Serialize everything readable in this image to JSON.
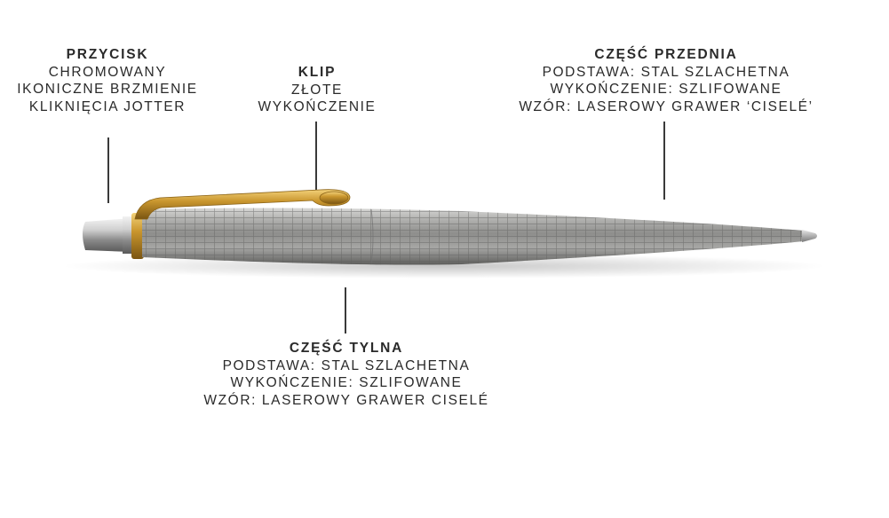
{
  "callouts": {
    "button": {
      "title": "PRZYCISK",
      "lines": [
        "CHROMOWANY",
        "IKONICZNE BRZMIENIE",
        "KLIKNIĘCIA JOTTER"
      ]
    },
    "clip": {
      "title": "KLIP",
      "lines": [
        "ZŁOTE",
        "WYKOŃCZENIE"
      ]
    },
    "front": {
      "title": "CZĘŚĆ PRZEDNIA",
      "lines": [
        "PODSTAWA: STAL SZLACHETNA",
        "WYKOŃCZENIE: SZLIFOWANE",
        "WZÓR: LASEROWY GRAWER ‘CISELÉ’"
      ]
    },
    "back": {
      "title": "CZĘŚĆ TYLNA",
      "lines": [
        "PODSTAWA: STAL SZLACHETNA",
        "WYKOŃCZENIE: SZLIFOWANE",
        "WZÓR: LASEROWY GRAWER CISELÉ"
      ]
    }
  },
  "colors": {
    "text": "#2a2a2a",
    "barrel": "#9a9a98",
    "chrome": "#c8c8c8",
    "gold": "#c9962e"
  }
}
